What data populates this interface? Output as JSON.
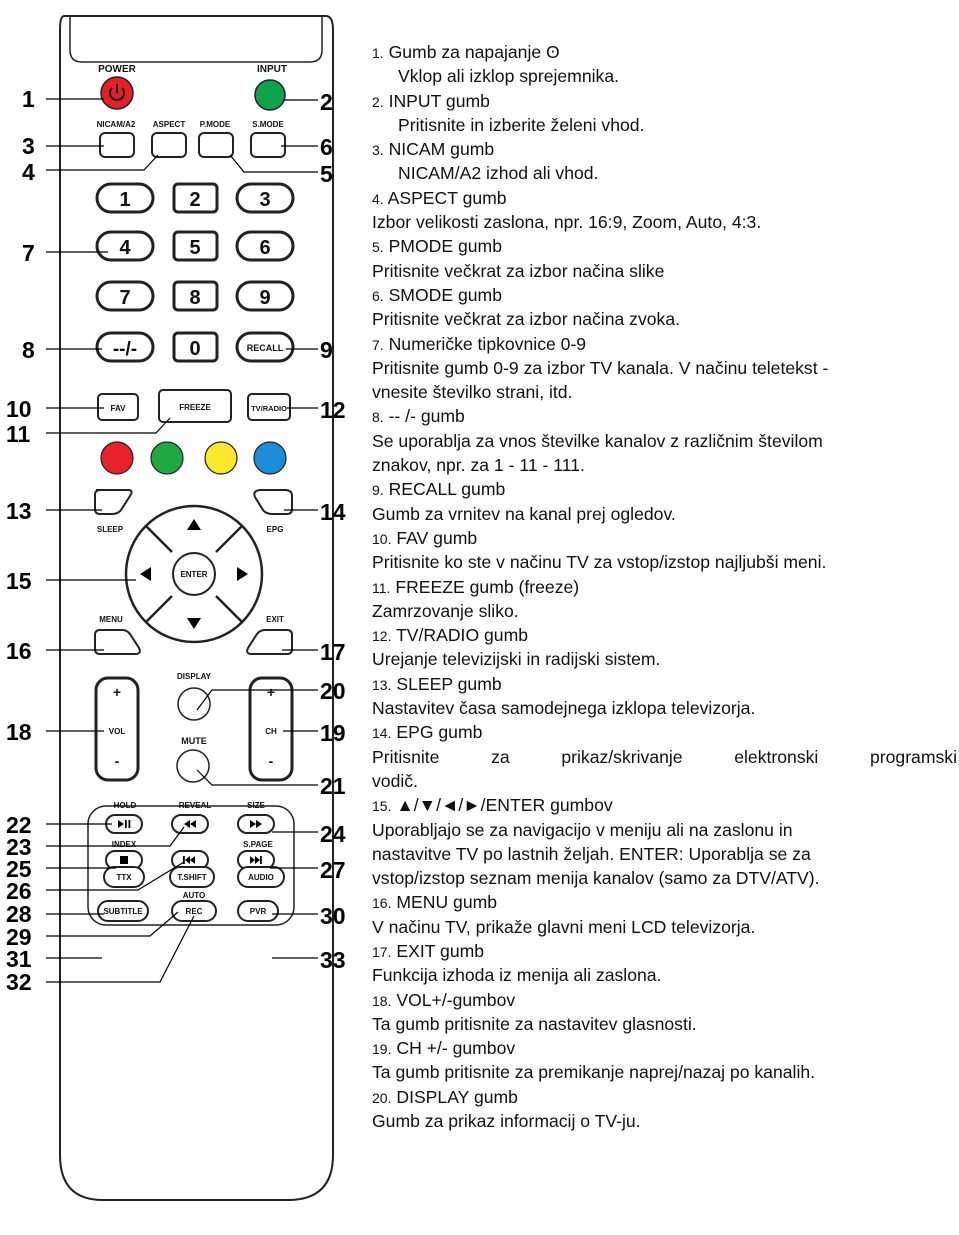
{
  "remote": {
    "labels": {
      "power": "POWER",
      "input": "INPUT",
      "nicam": "NICAM/A2",
      "aspect": "ASPECT",
      "pmode": "P.MODE",
      "smode": "S.MODE",
      "d1": "1",
      "d2": "2",
      "d3": "3",
      "d4": "4",
      "d5": "5",
      "d6": "6",
      "d7": "7",
      "d8": "8",
      "d9": "9",
      "dash": "--/-",
      "d0": "0",
      "recall": "RECALL",
      "fav": "FAV",
      "freeze": "FREEZE",
      "tvradio": "TV/RADIO",
      "sleep": "SLEEP",
      "epg": "EPG",
      "enter": "ENTER",
      "menu": "MENU",
      "exit": "EXIT",
      "display": "DISPLAY",
      "mute": "MUTE",
      "vol": "VOL",
      "ch": "CH",
      "plus": "+",
      "minus": "-",
      "hold": "HOLD",
      "reveal": "REVEAL",
      "size": "SIZE",
      "index": "INDEX",
      "spage": "S.PAGE",
      "ttx": "TTX",
      "tshift": "T.SHIFT",
      "audio": "AUDIO",
      "auto": "AUTO",
      "subtitle": "SUBTITLE",
      "rec": "REC",
      "pvr": "PVR"
    },
    "color_keys": [
      "#e8212b",
      "#1fa844",
      "#fde92a",
      "#1a8dd6"
    ],
    "callouts": [
      "1",
      "2",
      "3",
      "4",
      "5",
      "6",
      "7",
      "8",
      "9",
      "10",
      "11",
      "12",
      "13",
      "14",
      "15",
      "16",
      "17",
      "18",
      "19",
      "20",
      "21",
      "22",
      "23",
      "24",
      "25",
      "26",
      "27",
      "28",
      "29",
      "30",
      "31",
      "32",
      "33"
    ]
  },
  "descriptions": [
    {
      "num": "1.",
      "text": " Gumb za napajanje ʘ"
    },
    {
      "text": "Vklop ali izklop sprejemnika.",
      "indent": true
    },
    {
      "num": "2.",
      "text": " INPUT gumb"
    },
    {
      "text": "Pritisnite in izberite želeni vhod.",
      "indent": true
    },
    {
      "num": "3.",
      "text": " NICAM gumb"
    },
    {
      "text": "NICAM/A2 izhod ali vhod.",
      "indent": true
    },
    {
      "num": "4.",
      "text": " ASPECT gumb"
    },
    {
      "text": "Izbor velikosti zaslona, npr. 16:9, Zoom, Auto, 4:3."
    },
    {
      "num": "5.",
      "text": " PMODE gumb"
    },
    {
      "text": "Pritisnite večkrat za izbor načina slike"
    },
    {
      "num": "6.",
      "text": " SMODE gumb"
    },
    {
      "text": "Pritisnite večkrat za izbor načina zvoka."
    },
    {
      "num": "7.",
      "text": " Numeričke tipkovnice 0-9"
    },
    {
      "text": "Pritisnite gumb 0-9 za izbor TV kanala. V načinu teletekst -"
    },
    {
      "text": "vnesite številko strani, itd."
    },
    {
      "num": "8.",
      "text": " -- /- gumb"
    },
    {
      "text": "Se uporablja za vnos številke kanalov z različnim številom"
    },
    {
      "text": "znakov, npr. za 1 - 11 - 111."
    },
    {
      "num": "9.",
      "text": " RECALL gumb"
    },
    {
      "text": "Gumb za vrnitev na kanal prej ogledov."
    },
    {
      "num": "10.",
      "text": " FAV gumb"
    },
    {
      "text": "Pritisnite ko ste v načinu TV za vstop/izstop najljubši meni."
    },
    {
      "num": "11.",
      "text": " FREEZE gumb (freeze)"
    },
    {
      "text": "Zamrzovanje sliko."
    },
    {
      "num": "12.",
      "text": " TV/RADIO gumb"
    },
    {
      "text": "Urejanje televizijski in radijski sistem."
    },
    {
      "num": "13.",
      "text": " SLEEP gumb"
    },
    {
      "text": "Nastavitev časa samodejnega izklopa televizorja."
    },
    {
      "num": "14.",
      "text": " EPG gumb"
    },
    {
      "text": "Pritisnite za prikaz/skrivanje elektronski programski",
      "justify": true
    },
    {
      "text": "vodič."
    },
    {
      "num": "15.",
      "text": " ▲/▼/◄/►/ENTER gumbov"
    },
    {
      "text": "Uporabljajo se za navigacijo v meniju ali na zaslonu in"
    },
    {
      "text": "nastavitve TV po lastnih željah. ENTER: Uporablja se za"
    },
    {
      "text": "vstop/izstop seznam menija kanalov (samo za DTV/ATV)."
    },
    {
      "num": "16.",
      "text": " MENU gumb"
    },
    {
      "text": "V načinu TV, prikaže glavni meni LCD televizorja."
    },
    {
      "num": "17.",
      "text": " EXIT gumb"
    },
    {
      "text": "Funkcija izhoda iz menija ali zaslona."
    },
    {
      "num": "18.",
      "text": " VOL+/-gumbov"
    },
    {
      "text": "Ta gumb pritisnite za nastavitev glasnosti."
    },
    {
      "num": "19.",
      "text": " CH +/- gumbov"
    },
    {
      "text": "Ta gumb pritisnite za premikanje naprej/nazaj po kanalih."
    },
    {
      "num": "20.",
      "text": " DISPLAY gumb"
    },
    {
      "text": "Gumb za prikaz informacij o TV-ju."
    }
  ]
}
